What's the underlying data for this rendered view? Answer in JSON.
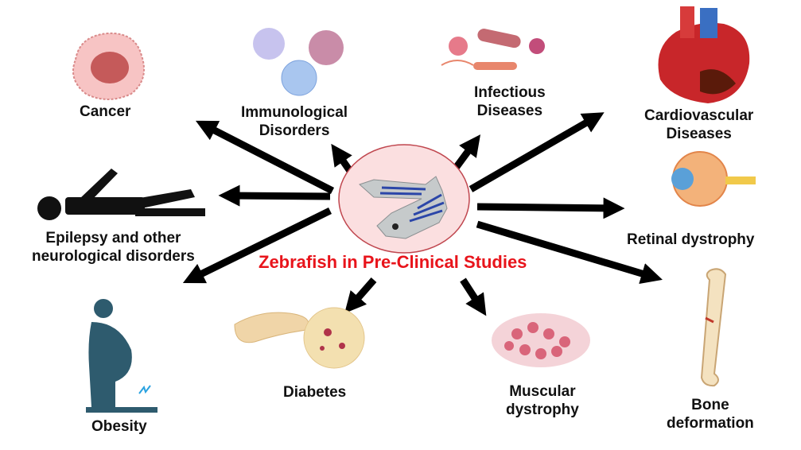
{
  "title": "Zebrafish in Pre-Clinical Studies",
  "colors": {
    "title": "#e8141b",
    "arrow": "#000000",
    "center_fill": "#fbdfe0",
    "center_stroke": "#c0474f",
    "fish_stripe": "#2b46a8"
  },
  "labels": {
    "cancer": "Cancer",
    "immunological": [
      "Immunological",
      "Disorders"
    ],
    "infectious": [
      "Infectious",
      "Diseases"
    ],
    "cardiovascular": [
      "Cardiovascular",
      "Diseases"
    ],
    "epilepsy": [
      "Epilepsy and other",
      "neurological disorders"
    ],
    "retinal": "Retinal dystrophy",
    "obesity": "Obesity",
    "diabetes": "Diabetes",
    "muscular": [
      "Muscular",
      "dystrophy"
    ],
    "bone": [
      "Bone",
      "deformation"
    ]
  }
}
